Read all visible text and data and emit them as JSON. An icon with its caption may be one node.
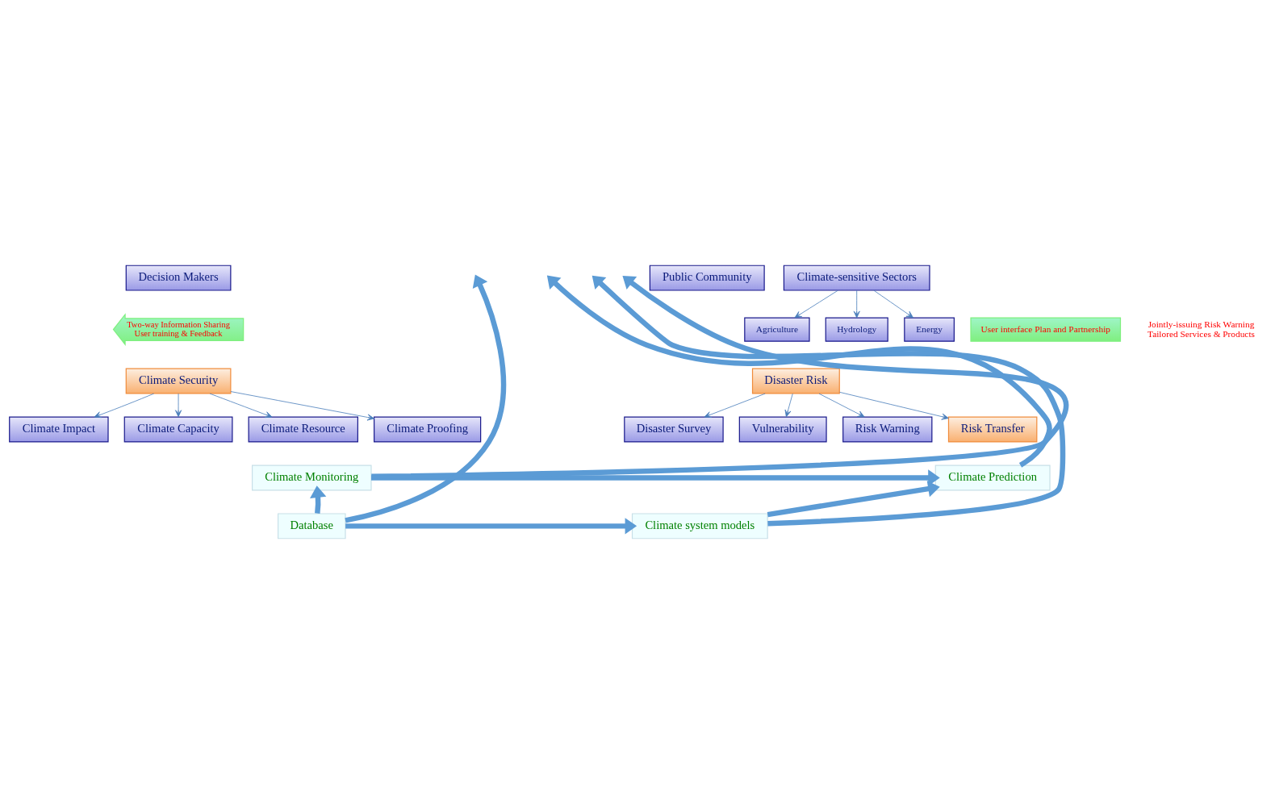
{
  "diagram": {
    "nodes": [
      {
        "text": [
          "Decision Makers"
        ]
      },
      {
        "text": [
          "Public Community"
        ]
      },
      {
        "text": [
          "Climate-sensitive Sectors"
        ]
      },
      {
        "text": [
          "Agriculture"
        ]
      },
      {
        "text": [
          "Hydrology"
        ]
      },
      {
        "text": [
          "Energy"
        ]
      },
      {
        "text": [
          "Two-way Information Sharing",
          "User training & Feedback"
        ]
      },
      {
        "text": [
          "User interface Plan and Partnership"
        ]
      },
      {
        "text": [
          "Climate Security"
        ]
      },
      {
        "text": [
          "Climate Impact"
        ]
      },
      {
        "text": [
          "Climate Capacity"
        ]
      },
      {
        "text": [
          "Climate Resource"
        ]
      },
      {
        "text": [
          "Climate Proofing"
        ]
      },
      {
        "text": [
          "Disaster Risk"
        ]
      },
      {
        "text": [
          "Disaster Survey"
        ]
      },
      {
        "text": [
          "Vulnerability"
        ]
      },
      {
        "text": [
          "Risk Warning"
        ]
      },
      {
        "text": [
          "Risk Transfer"
        ]
      },
      {
        "text": [
          "Climate Monitoring"
        ]
      },
      {
        "text": [
          "Climate Prediction"
        ]
      },
      {
        "text": [
          "Database"
        ]
      },
      {
        "text": [
          "Climate system models"
        ]
      }
    ],
    "edges": [
      {
        "from": 2,
        "to": 3,
        "arrow": "to"
      },
      {
        "from": 2,
        "to": 4,
        "arrow": "to"
      },
      {
        "from": 2,
        "to": 5,
        "arrow": "to"
      },
      {
        "from": 8,
        "to": 9,
        "arrow": "to"
      },
      {
        "from": 8,
        "to": 10,
        "arrow": "to"
      },
      {
        "from": 8,
        "to": 11,
        "arrow": "to"
      },
      {
        "from": 8,
        "to": 12,
        "arrow": "to"
      },
      {
        "from": 13,
        "to": 14,
        "arrow": "to"
      },
      {
        "from": 13,
        "to": 15,
        "arrow": "to"
      },
      {
        "from": 13,
        "to": 16,
        "arrow": "to"
      },
      {
        "from": 13,
        "to": 17,
        "arrow": "to"
      },
      {
        "from": 20,
        "to": null,
        "arrow": "to",
        "style": "thick"
      },
      {
        "from": 20,
        "to": 18,
        "arrow": "to",
        "style": "thick"
      },
      {
        "from": 18,
        "to": null,
        "arrow": "to",
        "style": "thick"
      },
      {
        "from": 18,
        "to": 19,
        "arrow": "to",
        "style": "thick"
      },
      {
        "from": 19,
        "to": null,
        "arrow": "to",
        "style": "thick"
      },
      {
        "from": 21,
        "to": 19,
        "arrow": "to",
        "style": "thick"
      },
      {
        "from": 21,
        "to": null,
        "arrow": "to",
        "style": "thick"
      },
      {
        "from": 20,
        "to": 21,
        "arrow": "to",
        "style": "thick"
      }
    ],
    "labels": [
      "Jointly-issuing Risk Warning",
      "Tailored Services & Products"
    ]
  }
}
